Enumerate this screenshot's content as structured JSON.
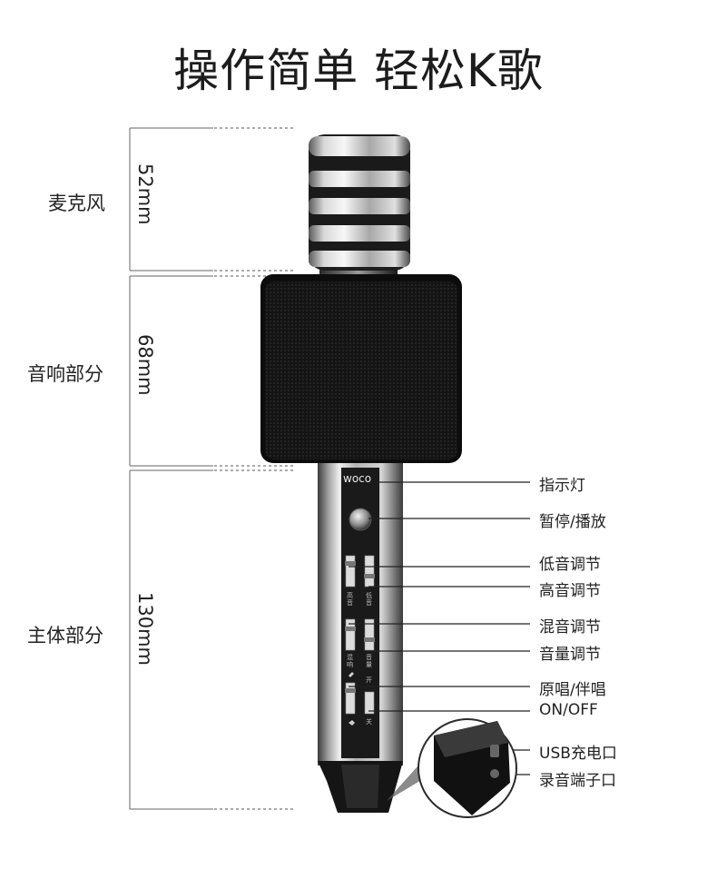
{
  "title": "操作简单 轻松K歌",
  "sections": [
    {
      "label": "麦克风",
      "dimension": "52mm"
    },
    {
      "label": "音响部分",
      "dimension": "68mm"
    },
    {
      "label": "主体部分",
      "dimension": "130mm"
    }
  ],
  "callouts": [
    "指示灯",
    "暂停/播放",
    "低音调节",
    "高音调节",
    "混音调节",
    "音量调节",
    "原唱/伴唱",
    "ON/OFF",
    "USB充电口",
    "录音端子口"
  ],
  "brand_logo": "woco",
  "slider_labels": {
    "treble": "高音",
    "bass": "低音",
    "reverb": "混响",
    "volume": "音量",
    "on": "开",
    "off": "关"
  }
}
